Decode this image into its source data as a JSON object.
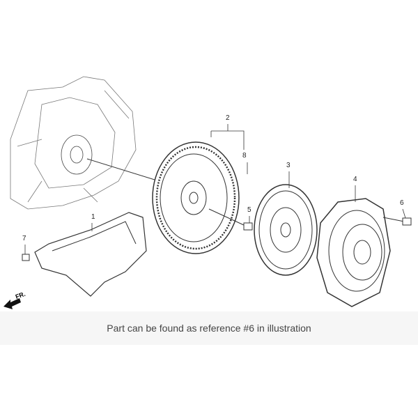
{
  "diagram": {
    "callouts": [
      "1",
      "2",
      "3",
      "4",
      "5",
      "6",
      "7",
      "8"
    ],
    "direction_label": "FR."
  },
  "caption": "Part can be found as reference #6 in illustration"
}
